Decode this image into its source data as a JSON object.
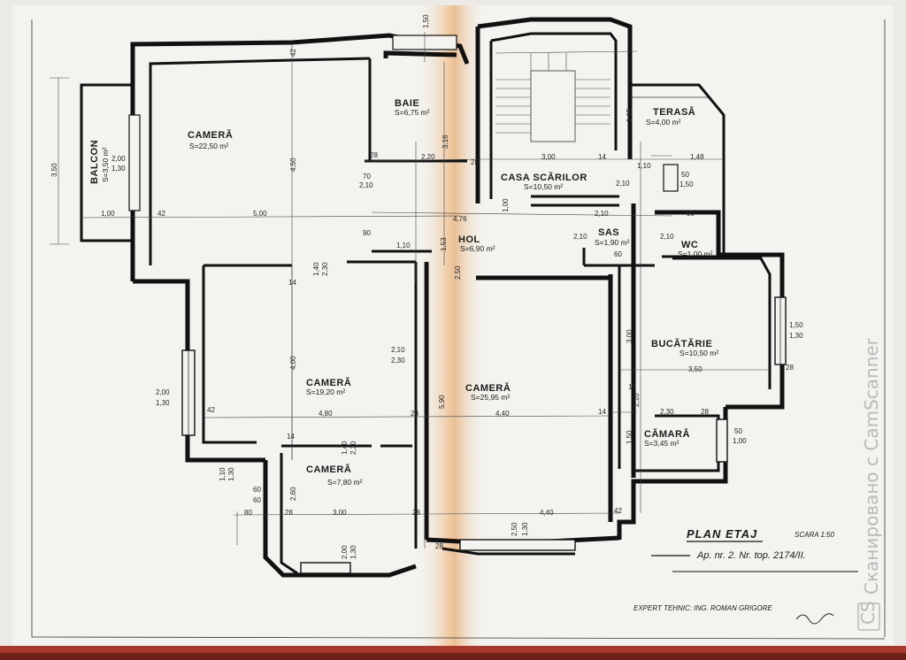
{
  "rooms": {
    "balcon": {
      "name": "BALCON",
      "area": "S=3,50 m²"
    },
    "camera1": {
      "name": "CAMERĂ",
      "area": "S=22,50 m²"
    },
    "baie": {
      "name": "BAIE",
      "area": "S=6,75 m²"
    },
    "casa_scarilor": {
      "name": "CASA SCĂRILOR",
      "area": "S=10,50 m²"
    },
    "terasa": {
      "name": "TERASĂ",
      "area": "S=4,00 m²"
    },
    "hol": {
      "name": "HOL",
      "area": "S=6,90 m²"
    },
    "sas": {
      "name": "SAS",
      "area": "S=1,90 m²"
    },
    "wc": {
      "name": "WC",
      "area": "S=1,00 m²"
    },
    "bucatarie": {
      "name": "BUCĂTĂRIE",
      "area": "S=10,50 m²"
    },
    "camera2": {
      "name": "CAMERĂ",
      "area": "S=19,20 m²"
    },
    "camera3": {
      "name": "CAMERĂ",
      "area": "S=25,95 m²"
    },
    "camara": {
      "name": "CĂMARĂ",
      "area": "S=3,45 m²"
    },
    "camera4": {
      "name": "CAMERĂ",
      "area": "S=7,80 m²"
    }
  },
  "dimensions": {
    "d_350": "3,50",
    "d_500": "5,00",
    "d_100": "1,00",
    "d_42a": "42",
    "d_200a": "2,00",
    "d_130a": "1,30",
    "d_450": "4,50",
    "d_42b": "42",
    "d_28a": "28",
    "d_220": "2,20",
    "d_316": "3,16",
    "d_150a": "1,50",
    "d_300top": "3,00",
    "d_28b": "28",
    "d_14a": "14",
    "d_115": "1,15",
    "d_148": "1,48",
    "d_110": "1,10",
    "d_50a": "50",
    "d_150b": "1,50",
    "d_210a": "2,10",
    "d_70a": "70",
    "d_210b": "2,10",
    "d_90a": "90",
    "d_476": "4,76",
    "d_100b": "1,00",
    "d_210c": "2,10",
    "d_90b": "90",
    "d_210d": "2,10",
    "d_153": "1,53",
    "d_110b": "1,10",
    "d_140a": "1,40",
    "d_230a": "2,30",
    "d_14b": "14",
    "d_250": "2,50",
    "d_60a": "60",
    "d_210e": "2,10",
    "d_400": "4,00",
    "d_210f": "2,10",
    "d_230b": "2,30",
    "d_300mid": "3,00",
    "d_150c": "1,50",
    "d_130b": "1,30",
    "d_350b": "3,50",
    "d_28c": "28",
    "d_480": "4,80",
    "d_42c": "42",
    "d_28d": "28",
    "d_590": "5,90",
    "d_440": "4,40",
    "d_14c": "14",
    "d_200b": "2,00",
    "d_130c": "1,30",
    "d_14d": "14",
    "d_210g": "2,10",
    "d_230c": "2,30",
    "d_28e": "28",
    "d_150d": "1,50",
    "d_50b": "50",
    "d_100c": "1,00",
    "d_140b": "1,40",
    "d_230d": "2,30",
    "d_110c": "1,10",
    "d_130d": "1,30",
    "d_60b": "60",
    "d_60c": "60",
    "d_260": "2,60",
    "d_80": "80",
    "d_28f": "28",
    "d_300bot": "3,00",
    "d_28g": "28",
    "d_440b": "4,40",
    "d_42d": "42",
    "d_250b": "2,50",
    "d_130e": "1,30",
    "d_200c": "2,00",
    "d_130f": "1,30",
    "d_14e": "14",
    "d_28h": "28"
  },
  "title": {
    "main": "PLAN ETAJ",
    "scale": "SCARA 1:50",
    "ref": "Ap. nr. 2. Nr. top. 2174/II.",
    "expert": "EXPERT TEHNIC: ING. ROMAN GRIGORE"
  },
  "watermark": {
    "text": "Сканировано с CamScanner",
    "badge": "CS"
  },
  "colors": {
    "paper": "#f3f2ef",
    "ink": "#111111",
    "fold_shadow": "#f0c9a0",
    "bottom_band": "#a8382c"
  }
}
